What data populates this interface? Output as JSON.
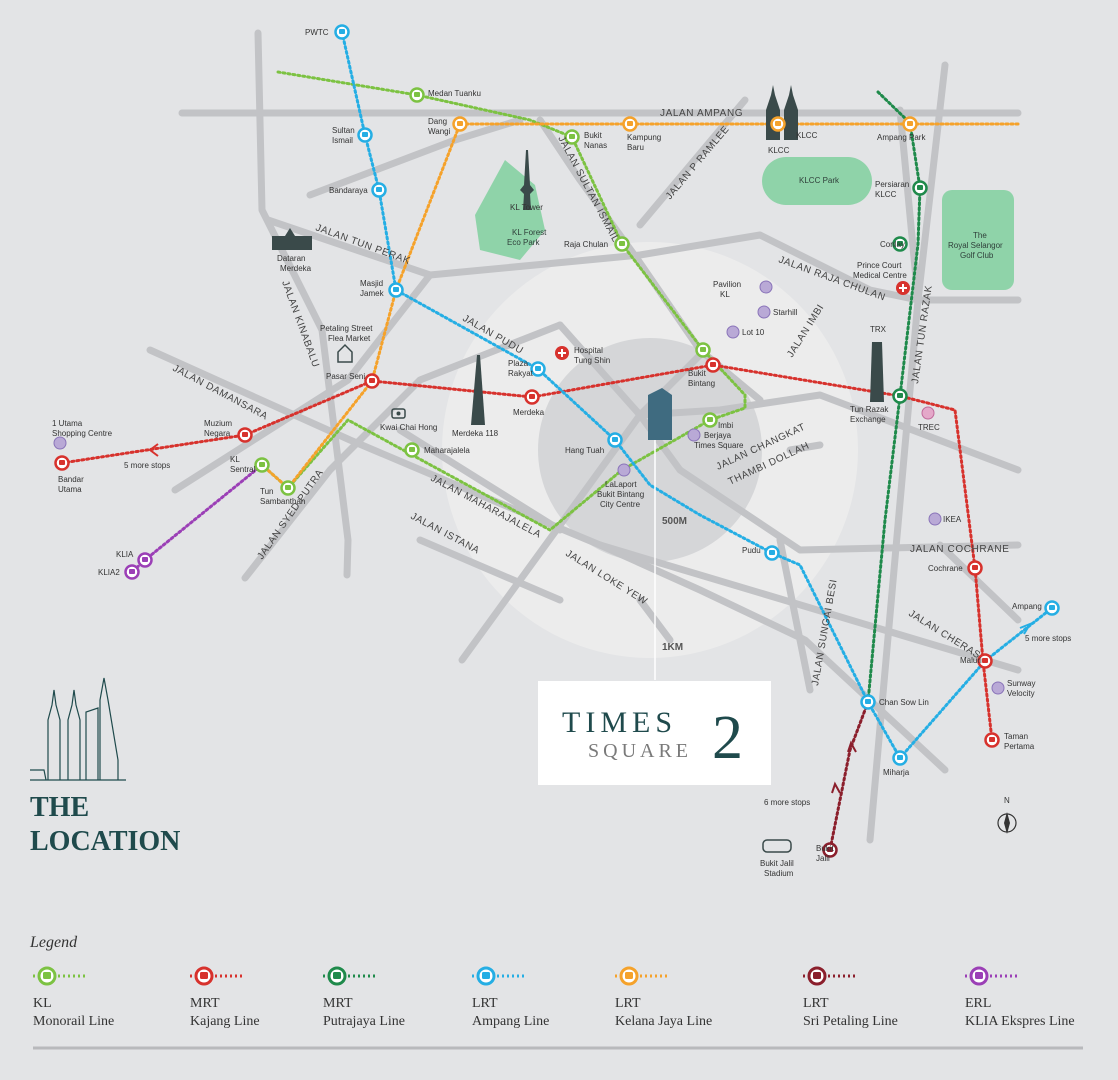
{
  "heading": {
    "line1": "THE",
    "line2": "LOCATION"
  },
  "brand": {
    "main": "TIMES",
    "sub": "SQUARE",
    "num": "2"
  },
  "distances": {
    "inner": "500M",
    "outer": "1KM"
  },
  "compass": "N",
  "colors": {
    "background": "#e3e4e6",
    "road": "#c2c3c6",
    "ring_outer": "#ececec",
    "ring_inner": "#d5d6d8",
    "park": "#8fd3a9",
    "brand": "#1f4a4c",
    "monorail": "#7cc242",
    "kajang": "#d7322d",
    "putrajaya": "#1f8a4b",
    "ampang": "#25aee4",
    "kelana": "#f5a22b",
    "sripetaling": "#8b1f2c",
    "erl": "#9b3fb6"
  },
  "roads": {
    "ampang": "JALAN AMPANG",
    "sultan_ismail": "JALAN SULTAN ISMAIL",
    "p_ramlee": "JALAN P RAMLEE",
    "tun_perak": "JALAN TUN PERAK",
    "raja_chulan": "JALAN RAJA CHULAN",
    "kinabalu": "JALAN KINABALU",
    "pudu": "JALAN PUDU",
    "imbi": "JALAN IMBI",
    "tun_razak": "JALAN TUN RAZAK",
    "damansara": "JALAN DAMANSARA",
    "changkat_1": "JALAN CHANGKAT",
    "changkat_2": "THAMBI DOLLAH",
    "maharajalela": "JALAN MAHARAJALELA",
    "syed_putra": "JALAN SYED PUTRA",
    "istana": "JALAN ISTANA",
    "loke_yew": "JALAN LOKE YEW",
    "cochrane": "JALAN COCHRANE",
    "cheras": "JALAN CHERAS",
    "sungai_besi": "JALAN SUNGAI BESI"
  },
  "parks": {
    "kl_forest": [
      "KL Forest",
      "Eco Park"
    ],
    "klcc_park": "KLCC Park",
    "golf": [
      "The",
      "Royal Selangor",
      "Golf Club"
    ]
  },
  "landmarks": {
    "kl_tower": "KL Tower",
    "dataran": [
      "Dataran",
      "Merdeka"
    ],
    "petaling": [
      "Petaling Street",
      "Flea Market"
    ],
    "kwai_chai": "Kwai Chai Hong",
    "merdeka118": "Merdeka 118",
    "klcc_towers": "KLCC",
    "trx": "TRX",
    "hospital_tung_shin": [
      "Hospital",
      "Tung Shin"
    ],
    "prince_court": [
      "Prince Court",
      "Medical Centre"
    ],
    "pavilion": [
      "Pavilion",
      "KL"
    ],
    "starhill": "Starhill",
    "lot10": "Lot 10",
    "berjaya": [
      "Berjaya",
      "Times Square"
    ],
    "lalaport": [
      "LaLaport",
      "Bukit Bintang",
      "City Centre"
    ],
    "trec": "TREC",
    "ikea": "IKEA",
    "sunway": [
      "Sunway",
      "Velocity"
    ],
    "utama": [
      "1 Utama",
      "Shopping Centre"
    ],
    "bukit_jalil_stadium": [
      "Bukit Jalil",
      "Stadium"
    ]
  },
  "stations": {
    "pwtc": [
      "PWTC"
    ],
    "sultan_ismail": [
      "Sultan",
      "Ismail"
    ],
    "bandaraya": [
      "Bandaraya"
    ],
    "masjid_jamek": [
      "Masjid",
      "Jamek"
    ],
    "plaza_rakyat": [
      "Plaza",
      "Rakyat"
    ],
    "hang_tuah": [
      "Hang Tuah"
    ],
    "pudu": [
      "Pudu"
    ],
    "chan_sow_lin": [
      "Chan Sow Lin"
    ],
    "miharja": [
      "Miharja"
    ],
    "maluri": [
      "Maluri"
    ],
    "ampang": [
      "Ampang"
    ],
    "medan_tuanku": [
      "Medan Tuanku"
    ],
    "bukit_nanas": [
      "Bukit",
      "Nanas"
    ],
    "raja_chulan": [
      "Raja Chulan"
    ],
    "bukit_bintang_mono": [
      "Bukit",
      "Bintang"
    ],
    "imbi": [
      "Imbi"
    ],
    "maharajalela": [
      "Maharajalela"
    ],
    "tun_sambanthan": [
      "Tun",
      "Sambanthan"
    ],
    "kl_sentral": [
      "KL",
      "Sentral"
    ],
    "dang_wangi": [
      "Dang",
      "Wangi"
    ],
    "kampung_baru": [
      "Kampung",
      "Baru"
    ],
    "klcc": [
      "KLCC"
    ],
    "ampang_park": [
      "Ampang Park"
    ],
    "pasar_seni": [
      "Pasar Seni"
    ],
    "muzium_negara": [
      "Muzium",
      "Negara"
    ],
    "bandar_utama": [
      "Bandar",
      "Utama"
    ],
    "merdeka": [
      "Merdeka"
    ],
    "tun_razak_exchange": [
      "Tun Razak",
      "Exchange"
    ],
    "cochrane": [
      "Cochrane"
    ],
    "taman_pertama": [
      "Taman",
      "Pertama"
    ],
    "persiaran_klcc": [
      "Persiaran",
      "KLCC"
    ],
    "conlay": [
      "Conlay"
    ],
    "bukit_jalil": [
      "Bukit",
      "Jalil"
    ],
    "klia": [
      "KLIA"
    ],
    "klia2": [
      "KLIA2"
    ]
  },
  "more_stops": {
    "kajang_west": "5 more stops",
    "ampang_east": "5 more stops",
    "sripetaling_south": "6 more stops"
  },
  "legend": {
    "title": "Legend",
    "items": [
      {
        "line1": "KL",
        "line2": "Monorail Line",
        "color": "#7cc242"
      },
      {
        "line1": "MRT",
        "line2": "Kajang Line",
        "color": "#d7322d"
      },
      {
        "line1": "MRT",
        "line2": "Putrajaya Line",
        "color": "#1f8a4b"
      },
      {
        "line1": "LRT",
        "line2": "Ampang Line",
        "color": "#25aee4"
      },
      {
        "line1": "LRT",
        "line2": "Kelana Jaya Line",
        "color": "#f5a22b"
      },
      {
        "line1": "LRT",
        "line2": "Sri Petaling Line",
        "color": "#8b1f2c"
      },
      {
        "line1": "ERL",
        "line2": "KLIA Ekspres Line",
        "color": "#9b3fb6"
      }
    ]
  }
}
